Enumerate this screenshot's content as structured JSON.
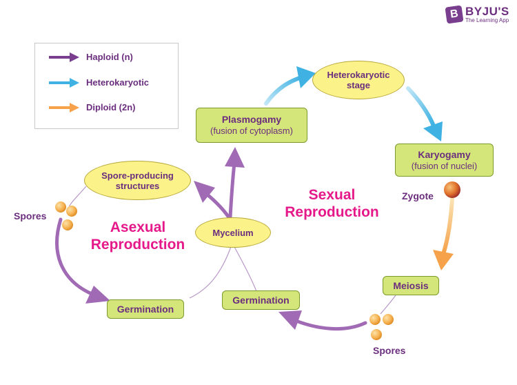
{
  "brand": {
    "name": "BYJU'S",
    "tagline": "The Learning App",
    "badge": "B",
    "color": "#7a3e8e"
  },
  "legend": {
    "items": [
      {
        "label": "Haploid (n)",
        "color": "#7a3e8e"
      },
      {
        "label": "Heterokaryotic",
        "color": "#3fb1e2"
      },
      {
        "label": "Diploid (2n)",
        "color": "#f5a24b"
      }
    ]
  },
  "nodes": {
    "plasmogamy": {
      "title": "Plasmogamy",
      "subtitle": "(fusion of cytoplasm)"
    },
    "heterokaryotic_stage": {
      "title": "Heterokaryotic stage"
    },
    "karyogamy": {
      "title": "Karyogamy",
      "subtitle": "(fusion of nuclei)"
    },
    "spore_producing": {
      "title": "Spore-producing structures"
    },
    "mycelium": {
      "title": "Mycelium"
    },
    "meiosis": {
      "title": "Meiosis"
    },
    "germination_left": {
      "title": "Germination"
    },
    "germination_right": {
      "title": "Germination"
    }
  },
  "labels": {
    "spores_left": "Spores",
    "spores_bottom": "Spores",
    "zygote": "Zygote",
    "asexual": "Asexual Reproduction",
    "sexual": "Sexual Reproduction"
  },
  "colors": {
    "box_fill": "#d4e67a",
    "oval_fill": "#fbf28a",
    "text": "#6b2e7e",
    "highlight": "#e6198a"
  }
}
